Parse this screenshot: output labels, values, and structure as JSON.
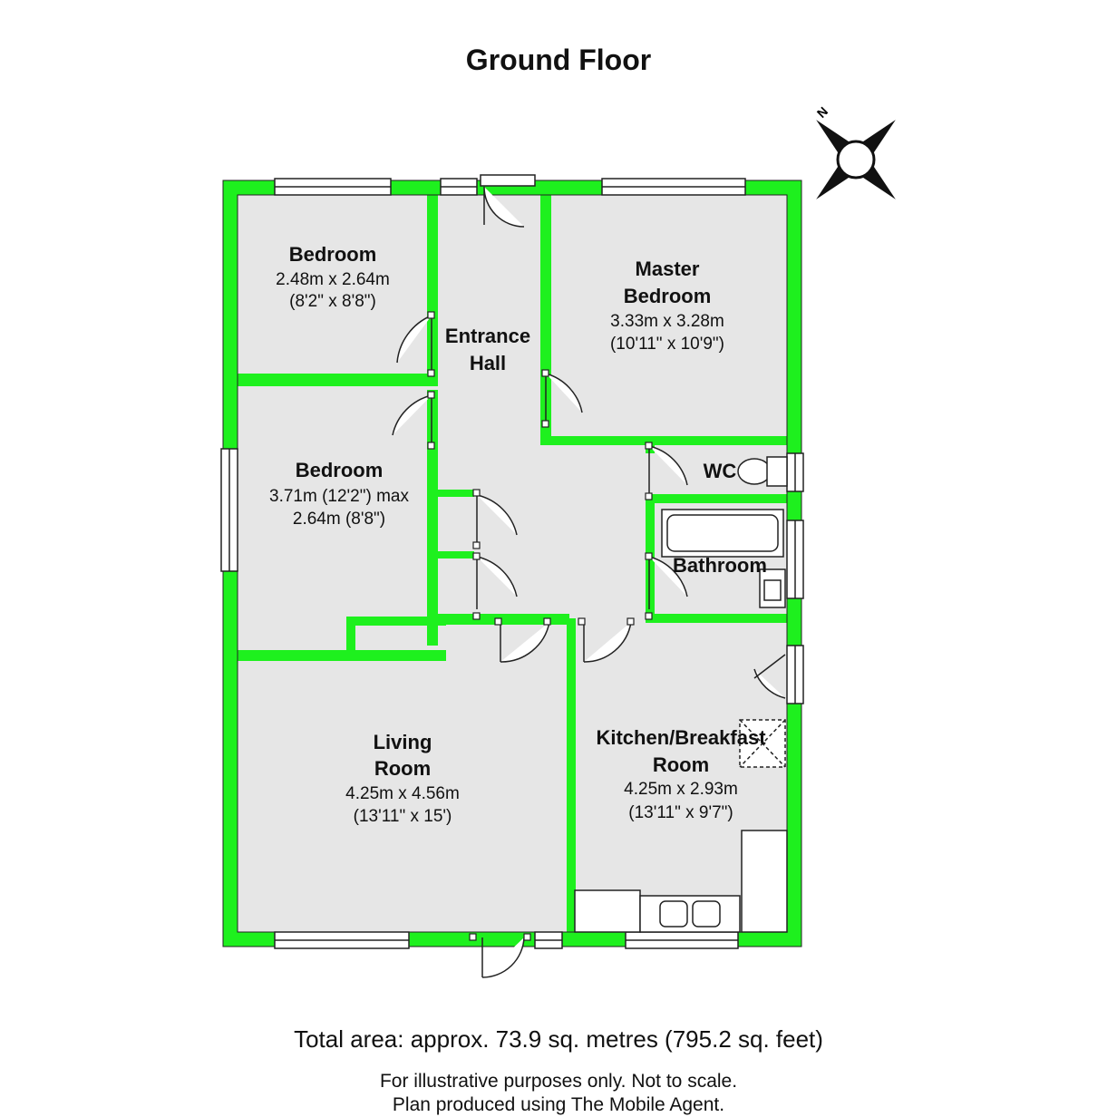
{
  "title": "Ground Floor",
  "compass": {
    "north_label": "N"
  },
  "colors": {
    "wall": "#1ef01e",
    "floor": "#e6e6e6",
    "line": "#222222"
  },
  "rooms": {
    "bedroom1": {
      "name": "Bedroom",
      "dim_metric": "2.48m x 2.64m",
      "dim_imperial": "(8'2\" x 8'8\")"
    },
    "entrance": {
      "name_line1": "Entrance",
      "name_line2": "Hall"
    },
    "master": {
      "name_line1": "Master",
      "name_line2": "Bedroom",
      "dim_metric": "3.33m x 3.28m",
      "dim_imperial": "(10'11\" x 10'9\")"
    },
    "bedroom2": {
      "name": "Bedroom",
      "dim_line1": "3.71m (12'2\") max",
      "dim_line2": "2.64m (8'8\")"
    },
    "wc": {
      "name": "WC"
    },
    "bathroom": {
      "name": "Bathroom"
    },
    "living": {
      "name_line1": "Living",
      "name_line2": "Room",
      "dim_metric": "4.25m x 4.56m",
      "dim_imperial": "(13'11\" x 15')"
    },
    "kitchen": {
      "name_line1": "Kitchen/Breakfast",
      "name_line2": "Room",
      "dim_metric": "4.25m x 2.93m",
      "dim_imperial": "(13'11\" x 9'7\")"
    }
  },
  "footer": {
    "total_area": "Total area: approx.  73.9 sq. metres (795.2 sq. feet)",
    "disclaimer_line1": "For illustrative purposes only. Not to scale.",
    "disclaimer_line2": "Plan produced using The Mobile Agent."
  }
}
